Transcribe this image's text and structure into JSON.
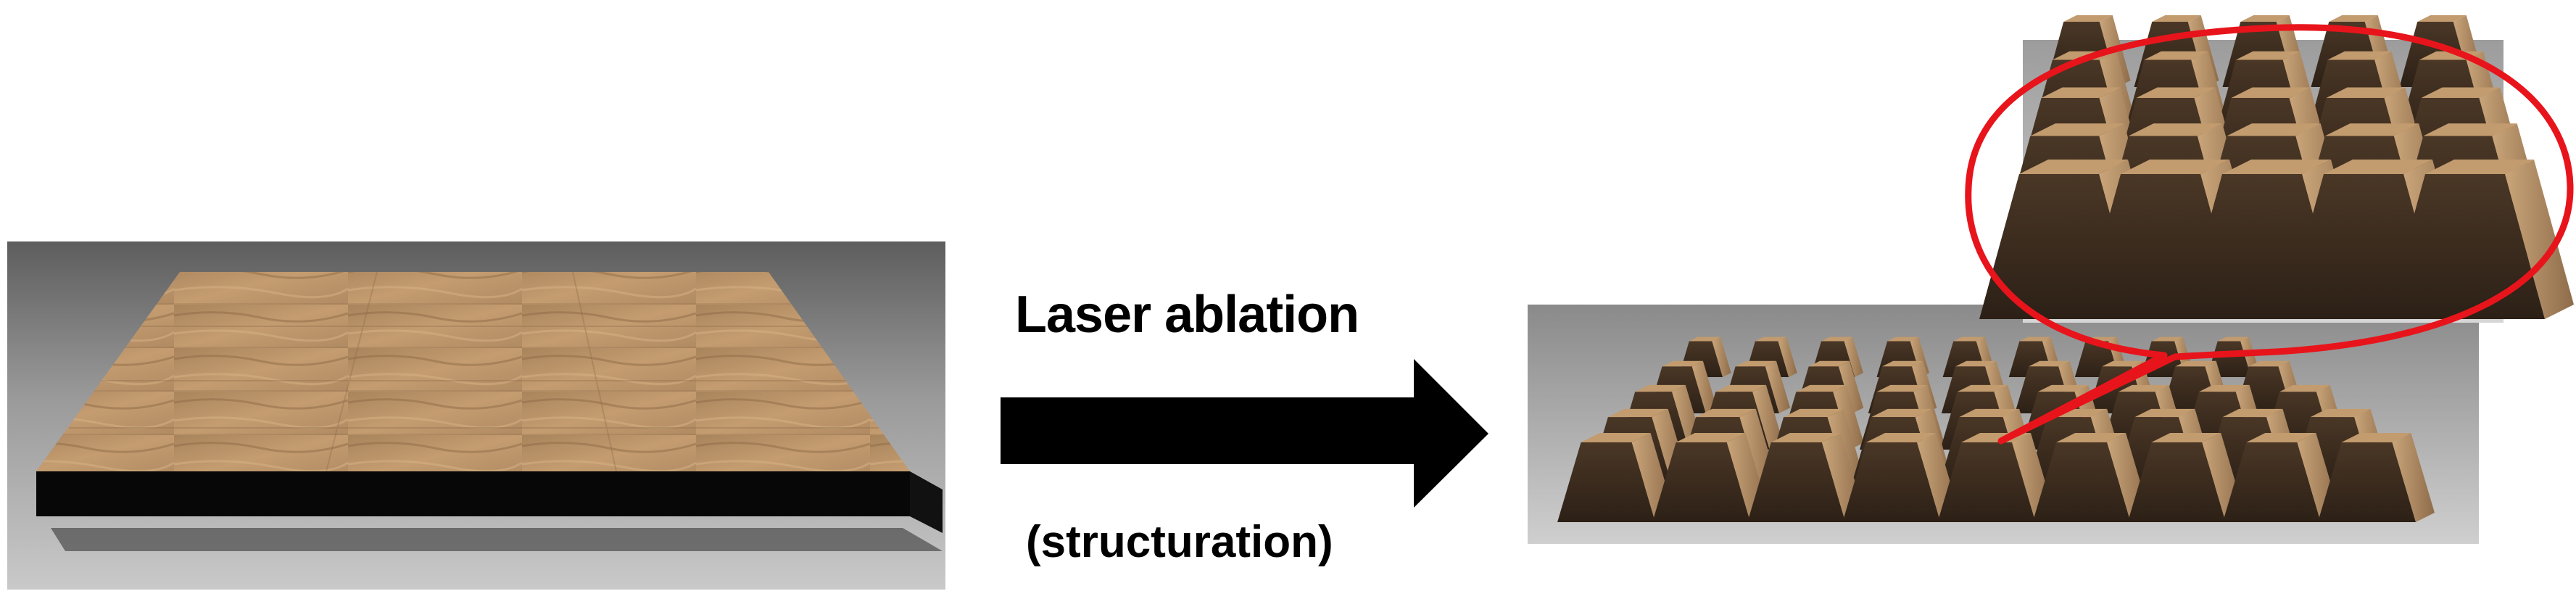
{
  "diagram": {
    "step_label": "Laser ablation",
    "step_sublabel": "(structuration)",
    "colors": {
      "arrow": "#000000",
      "callout_outline": "#e8141b",
      "wood_top": "#b08a62",
      "wood_side": "#3a2a1c",
      "slab_side": "#060606",
      "floor": "#8e8e8e"
    },
    "panels": [
      {
        "id": "before",
        "content": "flat wood-textured slab on grey floor"
      },
      {
        "id": "after",
        "content": "array of truncated pyramid studs"
      },
      {
        "id": "zoom",
        "content": "close-up of stud array"
      }
    ]
  }
}
